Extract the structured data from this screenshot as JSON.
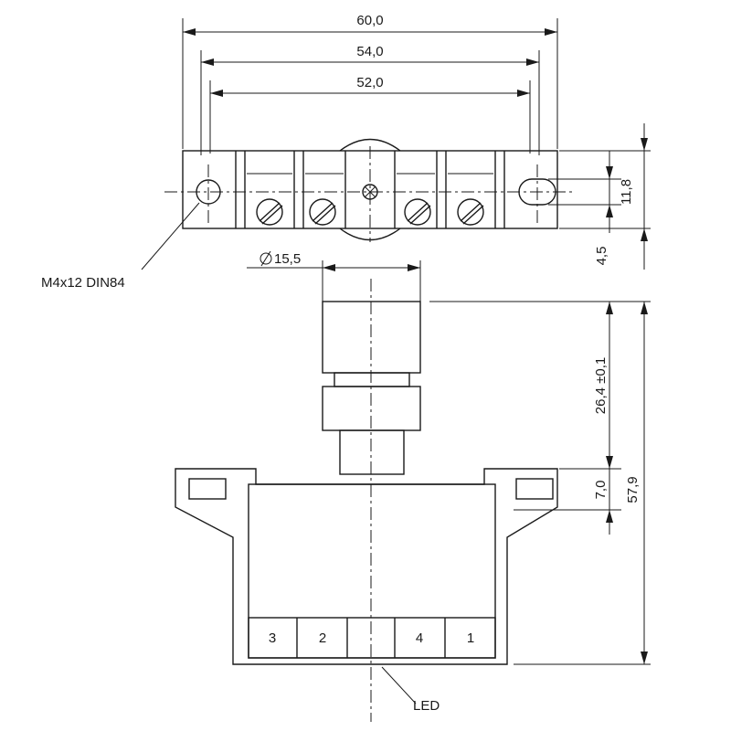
{
  "dimensions": {
    "overall_width": "60,0",
    "hole_spacing": "54,0",
    "inner_width": "52,0",
    "diameter": "15,5",
    "strip_height": "11,8",
    "lower_offset": "4,5",
    "head_height": "26,4 ±0,1",
    "ear_height": "7,0",
    "total_height": "57,9"
  },
  "labels": {
    "screw": "M4x12 DIN84",
    "led": "LED"
  },
  "terminals": [
    "3",
    "2",
    "4",
    "1"
  ]
}
